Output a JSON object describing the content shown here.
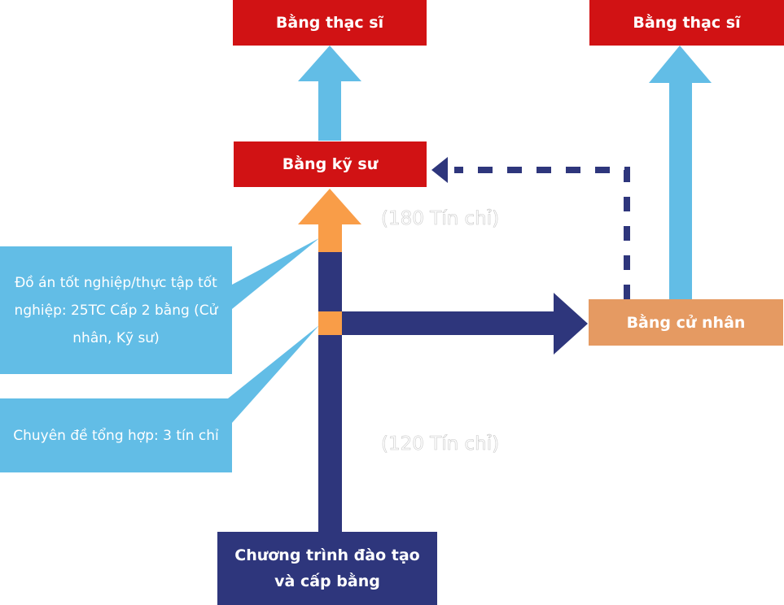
{
  "boxes": {
    "master_left": "Bằng thạc sĩ",
    "master_right": "Bằng thạc sĩ",
    "engineer": "Bằng kỹ sư",
    "bachelor": "Bằng cử nhân",
    "program": "Chương trình đào tạo và cấp bằng"
  },
  "callouts": {
    "thesis": "Đồ án tốt nghiệp/thực tập tốt nghiệp: 25TC Cấp 2 bằng (Cử nhân, Kỹ sư)",
    "capstone": "Chuyên đề tổng hợp: 3 tín chỉ"
  },
  "credits": {
    "engineer": "(180 Tín chỉ)",
    "bachelor": "(120 Tín chỉ)"
  },
  "colors": {
    "red": "#d11214",
    "light_blue": "#62bde6",
    "orange": "#f99d48",
    "navy": "#2e367c",
    "bachelor_orange": "#e59a62"
  }
}
